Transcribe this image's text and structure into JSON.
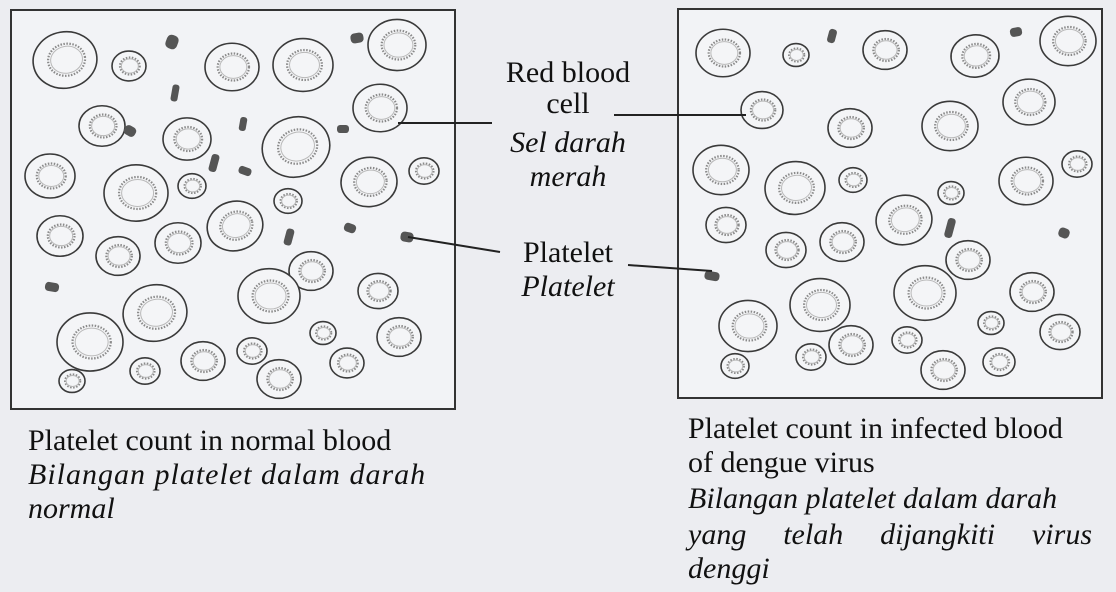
{
  "labels": {
    "rbc_en_line1": "Red blood",
    "rbc_en_line2": "cell",
    "rbc_ms_line1": "Sel darah",
    "rbc_ms_line2": "merah",
    "platelet_en": "Platelet",
    "platelet_ms": "Platelet"
  },
  "captions": {
    "normal_en": "Platelet count in normal blood",
    "normal_ms_line1": "Bilangan platelet dalam darah",
    "normal_ms_line2": "normal",
    "infected_en_line1": "Platelet count in infected blood",
    "infected_en_line2": "of dengue virus",
    "infected_ms_line1": "Bilangan platelet dalam darah",
    "infected_ms_line2": "yang telah dijangkiti virus",
    "infected_ms_line3": "denggi"
  },
  "colors": {
    "cell_outline": "#3a3a3a",
    "platelet": "#555555",
    "panel_border": "#333333"
  }
}
